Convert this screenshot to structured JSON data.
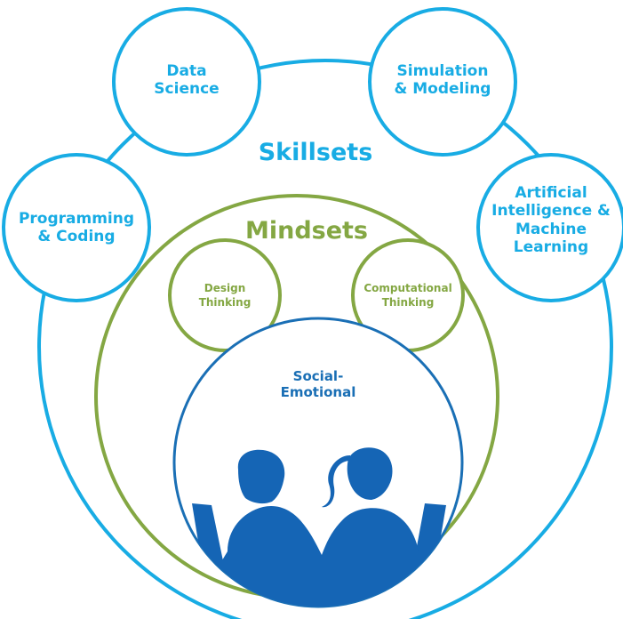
{
  "colors": {
    "skillsets": "#18ace4",
    "mindsets": "#84a743",
    "social_emotional": "#1a6fb5",
    "background": "#ffffff"
  },
  "skillsets": {
    "heading": "Skillsets",
    "items": [
      {
        "lines": [
          "Data",
          "Science"
        ]
      },
      {
        "lines": [
          "Simulation",
          "& Modeling"
        ]
      },
      {
        "lines": [
          "Programming",
          "& Coding"
        ]
      },
      {
        "lines": [
          "Artificial",
          "Intelligence &",
          "Machine",
          "Learning"
        ]
      }
    ]
  },
  "mindsets": {
    "heading": "Mindsets",
    "items": [
      {
        "lines": [
          "Design",
          "Thinking"
        ]
      },
      {
        "lines": [
          "Computational",
          "Thinking"
        ]
      }
    ]
  },
  "social_emotional": {
    "lines": [
      "Social-",
      "Emotional"
    ],
    "illustration": "students-with-laptops-silhouette"
  }
}
